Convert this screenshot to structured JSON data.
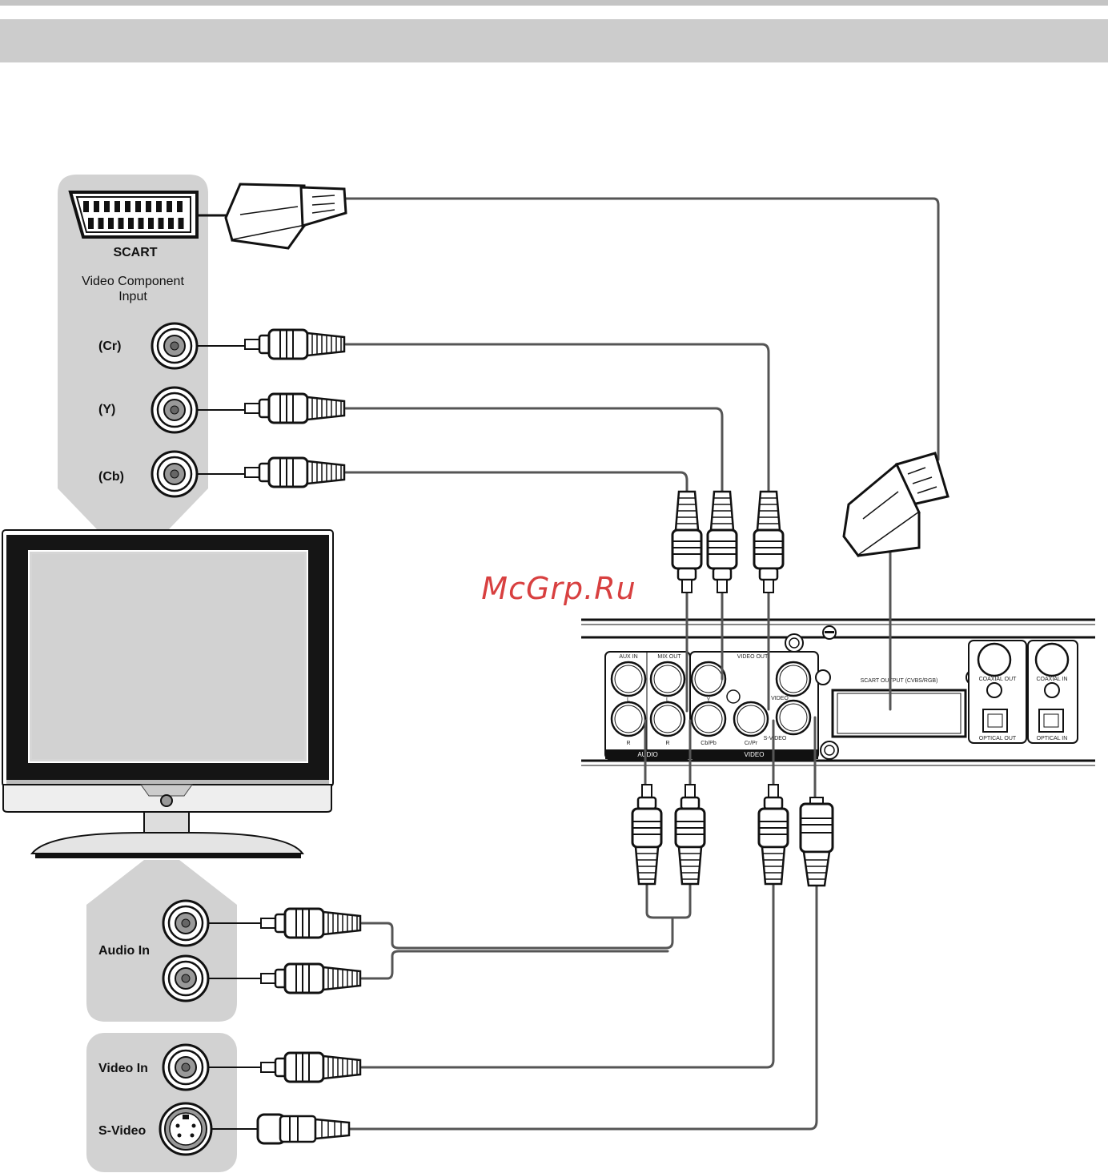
{
  "tv_panel": {
    "scart": "SCART",
    "component_title_1": "Video Component",
    "component_title_2": "Input",
    "cr": "(Cr)",
    "y": "(Y)",
    "cb": "(Cb)",
    "audio_in": "Audio In",
    "video_in": "Video In",
    "s_video": "S-Video"
  },
  "player_panel": {
    "aux_in": "AUX IN",
    "mix_out": "MIX OUT",
    "video_out": "VIDEO OUT",
    "l1": "L",
    "r1": "R",
    "l2": "L",
    "r2": "R",
    "y": "Y",
    "cb_pb": "Cb/Pb",
    "cr_pr": "Cr/Pr",
    "video": "VIDEO",
    "s_video": "S-VIDEO",
    "audio_group": "AUDIO",
    "video_group": "VIDEO",
    "scart_output": "SCART OUTPUT (CVBS/RGB)",
    "coaxial_out": "COAXIAL OUT",
    "coaxial_in": "COAXIAL IN",
    "optical_out": "OPTICAL OUT",
    "optical_in": "OPTICAL IN"
  },
  "watermark": "McGrp.Ru"
}
